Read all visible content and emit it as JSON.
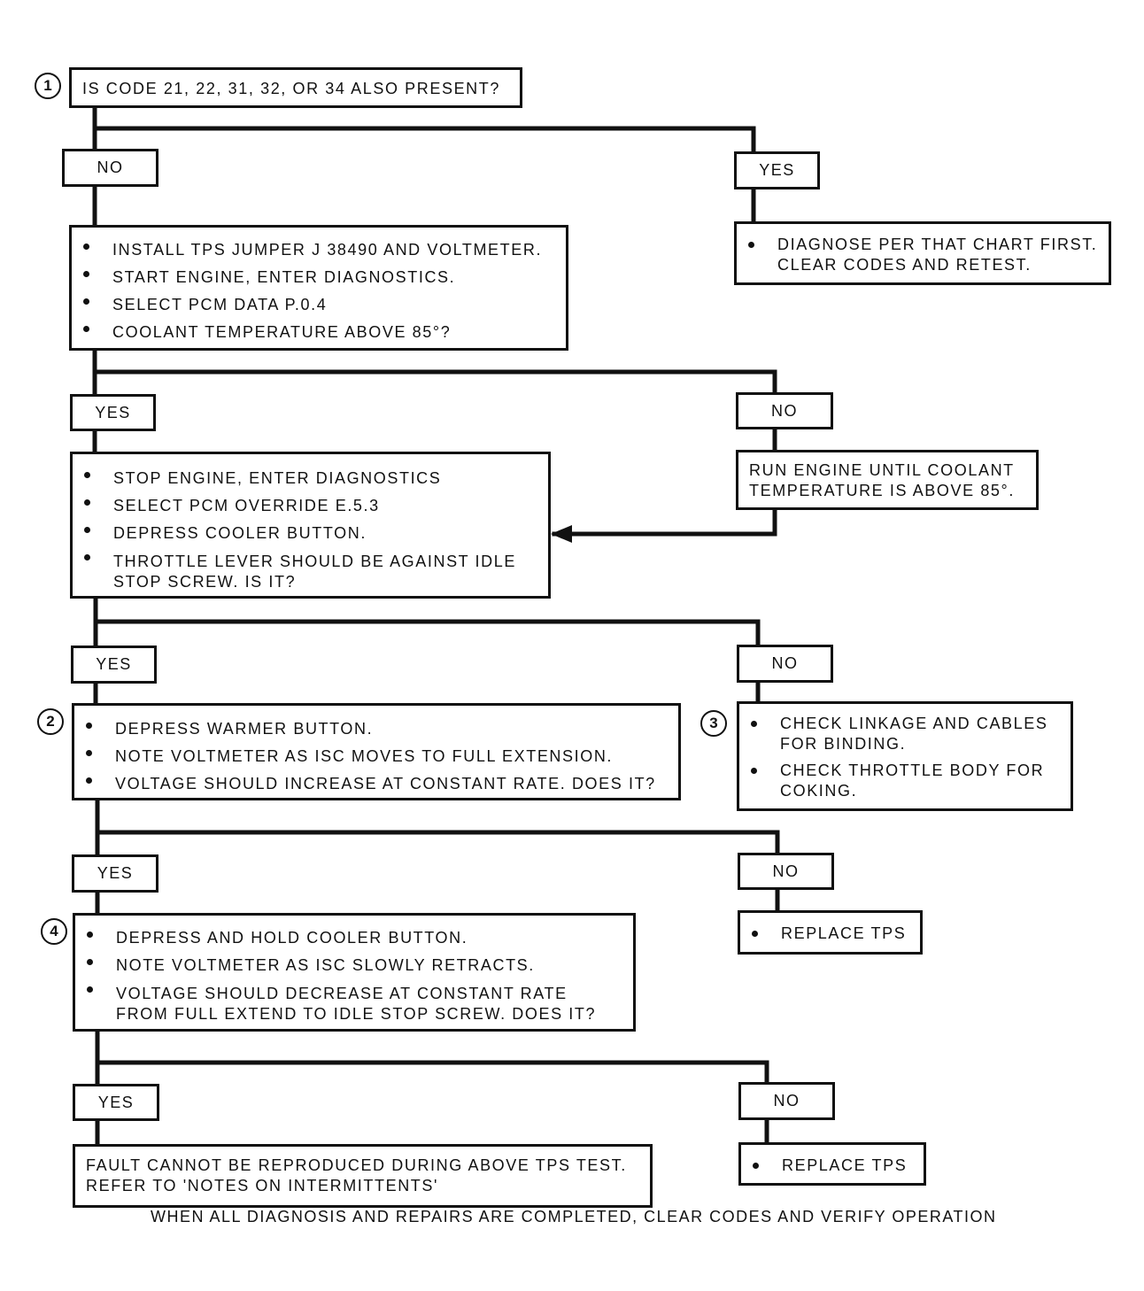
{
  "steps": [
    "1",
    "2",
    "3",
    "4"
  ],
  "question_1": "IS CODE 21, 22, 31, 32, OR 34 ALSO PRESENT?",
  "branch_labels": {
    "yes": "YES",
    "no": "NO"
  },
  "yes_1_action": [
    "DIAGNOSE PER THAT CHART FIRST.",
    "CLEAR CODES AND RETEST."
  ],
  "check_coolant": [
    "INSTALL TPS JUMPER J 38490 AND VOLTMETER.",
    "START ENGINE, ENTER DIAGNOSTICS.",
    "SELECT PCM DATA P.0.4",
    "COOLANT TEMPERATURE ABOVE 85°?"
  ],
  "run_engine": [
    "RUN ENGINE UNTIL COOLANT",
    "TEMPERATURE IS ABOVE 85°."
  ],
  "check_throttle": [
    "STOP ENGINE, ENTER DIAGNOSTICS",
    "SELECT PCM OVERRIDE  E.5.3",
    "DEPRESS  COOLER  BUTTON.",
    [
      "THROTTLE LEVER SHOULD BE AGAINST IDLE",
      "STOP SCREW.  IS IT?"
    ]
  ],
  "warmer_test": [
    "DEPRESS WARMER  BUTTON.",
    "NOTE VOLTMETER AS ISC MOVES TO FULL EXTENSION.",
    "VOLTAGE SHOULD INCREASE AT CONSTANT RATE. DOES IT?"
  ],
  "linkage_check": [
    [
      "CHECK LINKAGE AND CABLES",
      "FOR BINDING."
    ],
    [
      "CHECK THROTTLE BODY FOR",
      "COKING."
    ]
  ],
  "cooler_hold_test": [
    "DEPRESS  AND HOLD COOLER BUTTON.",
    "NOTE  VOLTMETER AS ISC SLOWLY RETRACTS.",
    [
      "VOLTAGE SHOULD DECREASE AT CONSTANT RATE",
      "FROM FULL EXTEND TO IDLE STOP SCREW. DOES IT?"
    ]
  ],
  "replace_tps": "REPLACE  TPS",
  "fault_not_reproduced": [
    "FAULT CANNOT BE REPRODUCED DURING ABOVE TPS TEST.",
    "REFER TO 'NOTES ON INTERMITTENTS'"
  ],
  "footer": "WHEN ALL DIAGNOSIS AND REPAIRS ARE COMPLETED, CLEAR CODES AND VERIFY OPERATION"
}
